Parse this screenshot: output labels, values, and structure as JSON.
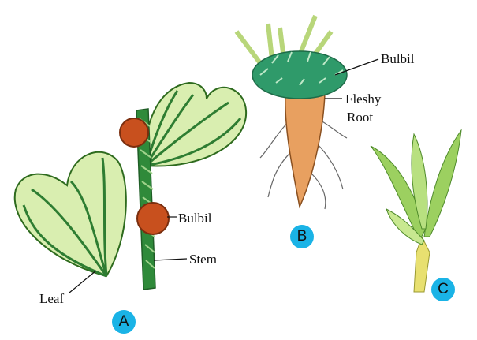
{
  "figure": {
    "panel_a": {
      "badge": "A",
      "labels": {
        "bulbil": "Bulbil",
        "stem": "Stem",
        "leaf": "Leaf"
      }
    },
    "panel_b": {
      "badge": "B",
      "labels": {
        "bulbil": "Bulbil",
        "fleshy": "Fleshy",
        "root": "Root"
      }
    },
    "panel_c": {
      "badge": "C"
    },
    "colors": {
      "badge": "#1ab3e6",
      "leaf_dark": "#2e7d32",
      "leaf_light": "#d9eeb0",
      "bulbil": "#c8501e",
      "root": "#e8a060"
    }
  }
}
